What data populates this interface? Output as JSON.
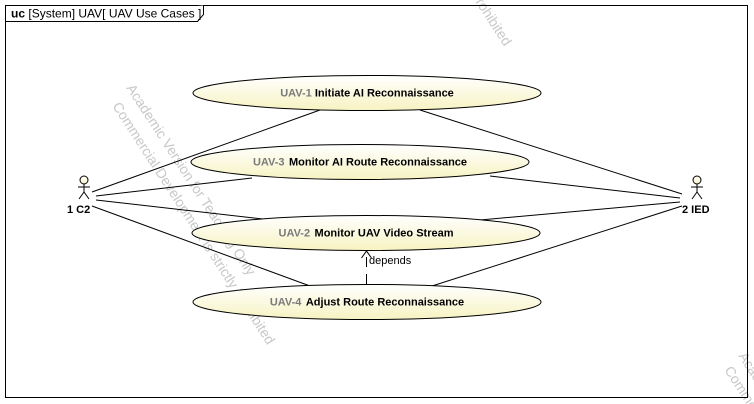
{
  "diagram": {
    "frame": {
      "keyword": "uc",
      "title": "[System] UAV[ UAV Use Cases ]"
    },
    "actors": [
      {
        "id": "c2",
        "label": "1 C2"
      },
      {
        "id": "ied",
        "label": "2 IED"
      }
    ],
    "use_cases": [
      {
        "id": "uc1",
        "code": "UAV-1 ",
        "name": "Initiate AI Reconnaissance"
      },
      {
        "id": "uc3",
        "code": "UAV-3",
        "name": "Monitor AI Route Reconnaissance"
      },
      {
        "id": "uc2",
        "code": "UAV-2",
        "name": "Monitor UAV Video Stream"
      },
      {
        "id": "uc4",
        "code": "UAV-4",
        "name": "Adjust Route Reconnaissance"
      }
    ],
    "associations": [
      {
        "from": "c2",
        "to": "uc1"
      },
      {
        "from": "c2",
        "to": "uc3"
      },
      {
        "from": "c2",
        "to": "uc2"
      },
      {
        "from": "c2",
        "to": "uc4"
      },
      {
        "from": "ied",
        "to": "uc1"
      },
      {
        "from": "ied",
        "to": "uc3"
      },
      {
        "from": "ied",
        "to": "uc2"
      },
      {
        "from": "ied",
        "to": "uc4"
      }
    ],
    "dependency": {
      "from": "uc4",
      "to": "uc2",
      "label": "depends"
    },
    "watermarks": [
      "Academic Version for Teaching Only",
      "Commercial Development is strictly Prohibited",
      "Prohibited",
      "Acade",
      "Comme"
    ],
    "colors": {
      "ellipse_fill_top": "#ffffff",
      "ellipse_fill_bottom": "#f7f3c2",
      "line": "#000000",
      "watermark": "#c8c8c8",
      "code_text": "#7a7a7a"
    }
  }
}
